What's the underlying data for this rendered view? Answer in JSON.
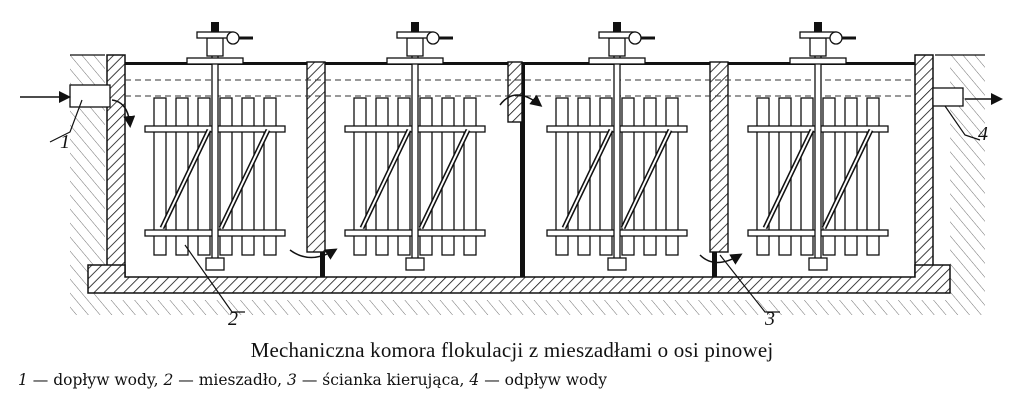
{
  "caption": {
    "title": "Mechaniczna komora flokulacji z mieszadłami o osi pinowej",
    "legend": [
      {
        "num": "1",
        "text": "dopływ wody"
      },
      {
        "num": "2",
        "text": "mieszadło"
      },
      {
        "num": "3",
        "text": "ścianka kierująca"
      },
      {
        "num": "4",
        "text": "odpływ wody"
      }
    ]
  },
  "labels": {
    "l1": "1",
    "l2": "2",
    "l3": "3",
    "l4": "4"
  }
}
